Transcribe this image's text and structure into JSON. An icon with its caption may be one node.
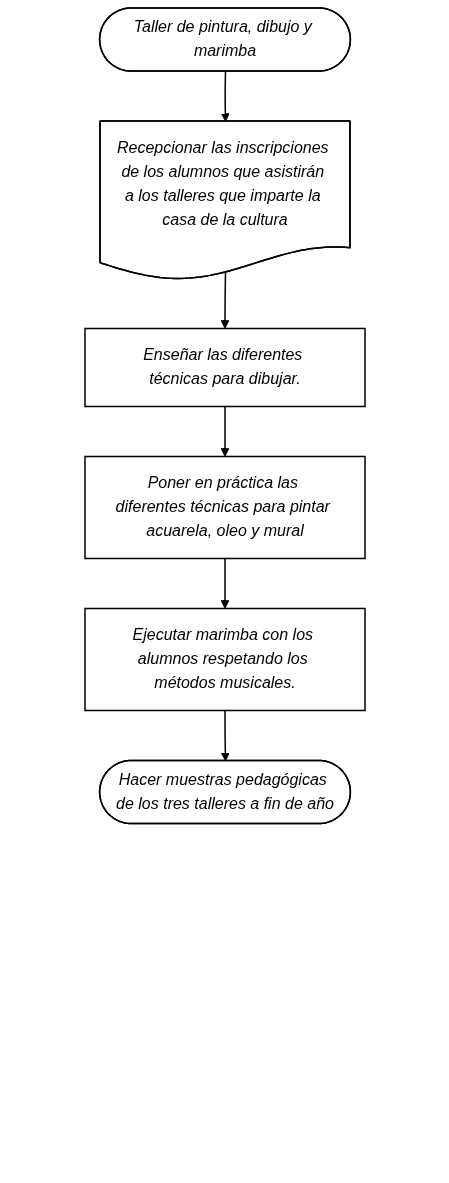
{
  "diagram": {
    "nodes": [
      {
        "text": [
          "Taller de pintura, dibujo y marimba"
        ]
      },
      {
        "text": [
          "Recepcionar las inscripciones de los alumnos que asistirán a los talleres que imparte la casa de la cultura"
        ]
      },
      {
        "text": [
          "Enseñar las diferentes técnicas para dibujar."
        ]
      },
      {
        "text": [
          "Poner en práctica las diferentes técnicas para pintar acuarela, oleo y mural"
        ]
      },
      {
        "text": [
          "Ejecutar marimba con los alumnos respetando los métodos musicales."
        ]
      },
      {
        "text": [
          "Hacer muestras pedagógicas de los tres talleres a fin de año"
        ]
      }
    ],
    "edges": [
      {
        "from": 0,
        "to": 1,
        "arrow": "to"
      },
      {
        "from": 1,
        "to": 2,
        "arrow": "to"
      },
      {
        "from": 2,
        "to": 3,
        "arrow": "to"
      },
      {
        "from": 3,
        "to": 4,
        "arrow": "to"
      },
      {
        "from": 4,
        "to": 5,
        "arrow": "to"
      }
    ]
  }
}
